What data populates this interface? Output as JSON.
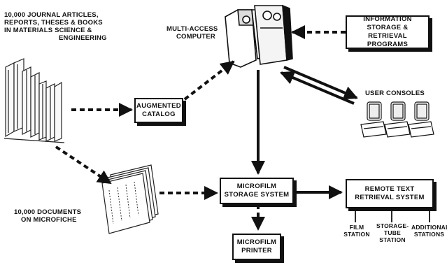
{
  "source_text": "10,000 JOURNAL ARTICLES, REPORTS, THESES & BOOKS IN MATERIALS SCIENCE & ENGINEERING",
  "source_lines": [
    "10,000 JOURNAL ARTICLES,",
    "REPORTS, THESES & BOOKS",
    "IN MATERIALS SCIENCE &",
    "ENGINEERING"
  ],
  "computer_lines": [
    "MULTI-ACCESS",
    "COMPUTER"
  ],
  "isr_lines": [
    "INFORMATION",
    "STORAGE & RETRIEVAL",
    "PROGRAMS"
  ],
  "catalog_lines": [
    "AUGMENTED",
    "CATALOG"
  ],
  "consoles_label": "USER CONSOLES",
  "microfiche_lines": [
    "10,000 DOCUMENTS",
    "ON MICROFICHE"
  ],
  "storage_lines": [
    "MICROFILM",
    "STORAGE SYSTEM"
  ],
  "remote_lines": [
    "REMOTE TEXT",
    "RETRIEVAL SYSTEM"
  ],
  "printer_lines": [
    "MICROFILM",
    "PRINTER"
  ],
  "stations": [
    {
      "lines": [
        "FILM",
        "STATION"
      ]
    },
    {
      "lines": [
        "STORAGE-",
        "TUBE",
        "STATION"
      ]
    },
    {
      "lines": [
        "ADDITIONAL",
        "STATIONS"
      ]
    }
  ]
}
